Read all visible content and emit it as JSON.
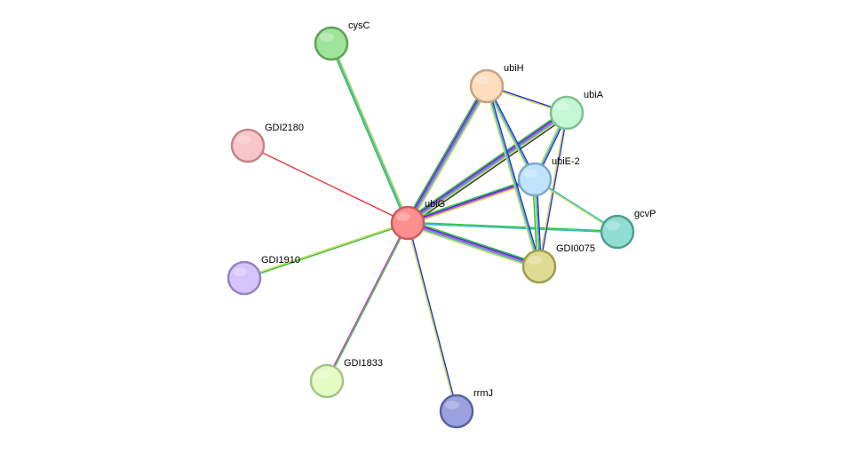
{
  "nodes": [
    {
      "id": "ubiG",
      "label": "ubiG",
      "fill": "#ff8f8f",
      "stroke": "#cc5b5b"
    },
    {
      "id": "cysC",
      "label": "cysC",
      "fill": "#a0e39a",
      "stroke": "#5aa352"
    },
    {
      "id": "GDI2180",
      "label": "GDI2180",
      "fill": "#f7c6c8",
      "stroke": "#c28588"
    },
    {
      "id": "ubiH",
      "label": "ubiH",
      "fill": "#fedcbe",
      "stroke": "#c9a27f"
    },
    {
      "id": "ubiA",
      "label": "ubiA",
      "fill": "#c4f7d3",
      "stroke": "#7fbf92"
    },
    {
      "id": "ubiE-2",
      "label": "ubiE-2",
      "fill": "#bfe3fb",
      "stroke": "#7fa8c6"
    },
    {
      "id": "gcvP",
      "label": "gcvP",
      "fill": "#92ddd2",
      "stroke": "#4e9e92"
    },
    {
      "id": "GDI0075",
      "label": "GDI0075",
      "fill": "#dfdb92",
      "stroke": "#a09c4f"
    },
    {
      "id": "GDI1910",
      "label": "GDI1910",
      "fill": "#d5c4fb",
      "stroke": "#9682c4"
    },
    {
      "id": "GDI1833",
      "label": "GDI1833",
      "fill": "#e3fcc4",
      "stroke": "#a6c385"
    },
    {
      "id": "rrmJ",
      "label": "rrmJ",
      "fill": "#99a2de",
      "stroke": "#5862a4"
    }
  ],
  "edges": [
    {
      "source": "ubiG",
      "target": "cysC",
      "colors": [
        "#3ac03a",
        "#2fb8c7",
        "#c8d85a"
      ]
    },
    {
      "source": "ubiG",
      "target": "GDI2180",
      "colors": [
        "#e8373c"
      ]
    },
    {
      "source": "ubiG",
      "target": "ubiH",
      "colors": [
        "#3ac03a",
        "#2f2fd8",
        "#c43cc4",
        "#2fb8c7",
        "#c8d85a"
      ]
    },
    {
      "source": "ubiG",
      "target": "ubiA",
      "colors": [
        "#3ac03a",
        "#2f2fd8",
        "#c43cc4",
        "#2fb8c7",
        "#c8d85a",
        "#333333"
      ]
    },
    {
      "source": "ubiG",
      "target": "ubiE-2",
      "colors": [
        "#3ac03a",
        "#2f2fd8",
        "#c43cc4",
        "#c8d85a"
      ]
    },
    {
      "source": "ubiG",
      "target": "gcvP",
      "colors": [
        "#3ac03a",
        "#2fb8c7"
      ]
    },
    {
      "source": "ubiG",
      "target": "GDI0075",
      "colors": [
        "#3ac03a",
        "#2f2fd8",
        "#c43cc4",
        "#2fb8c7",
        "#c8d85a"
      ]
    },
    {
      "source": "ubiG",
      "target": "GDI1910",
      "colors": [
        "#3ac03a",
        "#c8d85a"
      ]
    },
    {
      "source": "ubiG",
      "target": "GDI1833",
      "colors": [
        "#3ac03a",
        "#c43cc4"
      ]
    },
    {
      "source": "ubiG",
      "target": "rrmJ",
      "colors": [
        "#2f2fd8",
        "#c8d85a"
      ]
    },
    {
      "source": "ubiH",
      "target": "ubiA",
      "colors": [
        "#2f2fd8",
        "#c8d85a"
      ]
    },
    {
      "source": "ubiH",
      "target": "ubiE-2",
      "colors": [
        "#2f2fd8",
        "#2fb8c7",
        "#c8d85a"
      ]
    },
    {
      "source": "ubiH",
      "target": "GDI0075",
      "colors": [
        "#2f2fd8",
        "#2fb8c7",
        "#c8d85a"
      ]
    },
    {
      "source": "ubiA",
      "target": "ubiE-2",
      "colors": [
        "#2f2fd8",
        "#2fb8c7",
        "#c8d85a"
      ]
    },
    {
      "source": "ubiA",
      "target": "GDI0075",
      "colors": [
        "#2f2fd8",
        "#c8d85a"
      ]
    },
    {
      "source": "ubiE-2",
      "target": "GDI0075",
      "colors": [
        "#2f2fd8",
        "#2fb8c7",
        "#c8d85a",
        "#3ac03a"
      ]
    },
    {
      "source": "ubiE-2",
      "target": "gcvP",
      "colors": [
        "#2fb8c7",
        "#c8d85a"
      ]
    }
  ]
}
